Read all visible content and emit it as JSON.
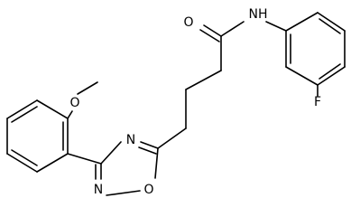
{
  "molecule": {
    "atoms": {
      "carbonyl_o": "O",
      "amide_nh": "NH",
      "fluoro": "F",
      "methoxy_o": "O",
      "ring_n4": "N",
      "ring_n2": "N",
      "ring_o1": "O"
    }
  }
}
